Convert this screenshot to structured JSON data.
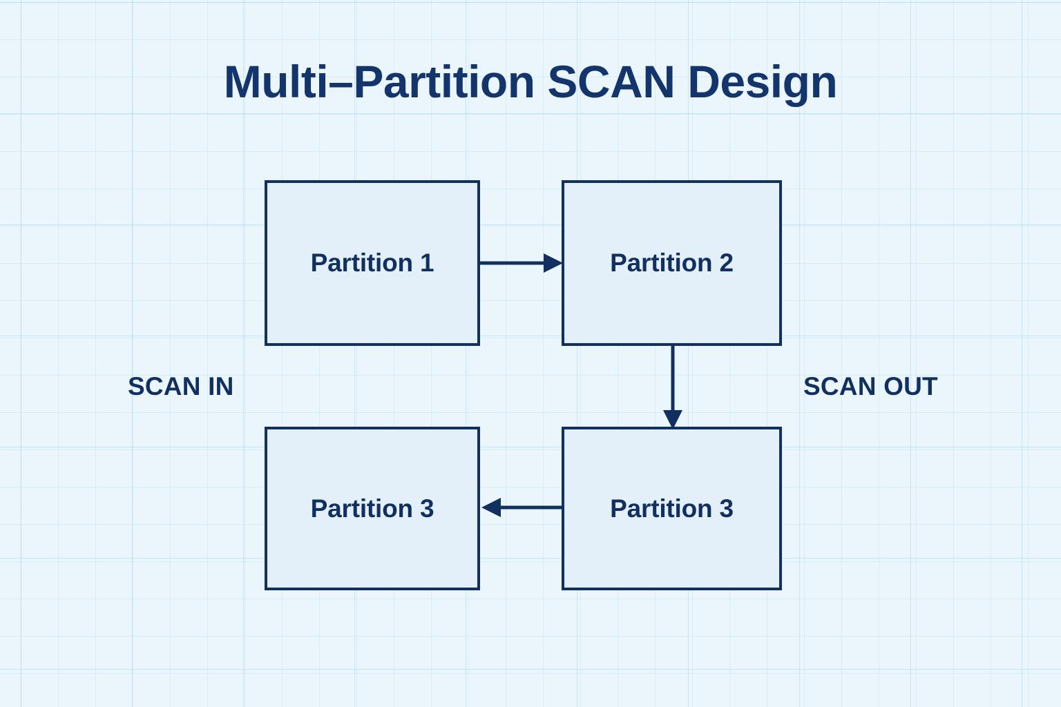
{
  "title": "Multi–Partition SCAN Design",
  "colors": {
    "background": "#eaf6fb",
    "grid_line": "#9ccfed",
    "node_border": "#12305f",
    "node_fill": "#e3f0fa",
    "text": "#12305f",
    "title_text": "#13356b",
    "edge": "#12305f"
  },
  "nodes": [
    {
      "id": "partition-1",
      "label": "Partition 1"
    },
    {
      "id": "partition-2",
      "label": "Partition 2"
    },
    {
      "id": "partition-3-left",
      "label": "Partition 3"
    },
    {
      "id": "partition-3-right",
      "label": "Partition 3"
    }
  ],
  "edges": [
    {
      "id": "p1-to-p2",
      "from": "partition-1",
      "to": "partition-2",
      "direction": "right",
      "arrowhead": true
    },
    {
      "id": "p2-to-p3",
      "from": "partition-2",
      "to": "partition-3-right",
      "direction": "down",
      "arrowhead": true
    },
    {
      "id": "p3r-to-p3l",
      "from": "partition-3-right",
      "to": "partition-3-left",
      "direction": "left",
      "arrowhead": true
    }
  ],
  "annotations": {
    "scan_in": "SCAN IN",
    "scan_out": "SCAN OUT"
  }
}
